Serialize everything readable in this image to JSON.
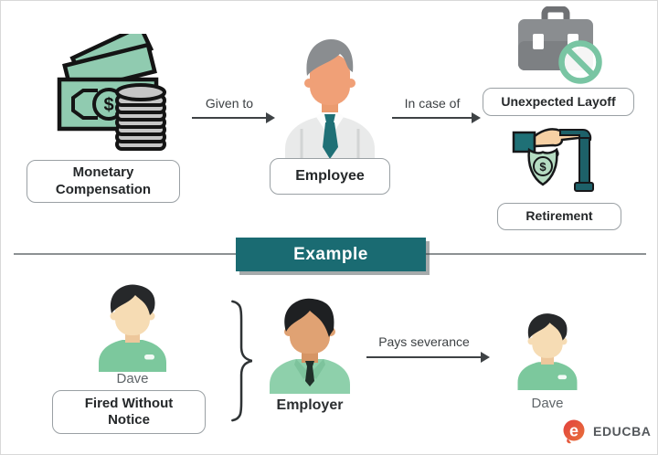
{
  "flow": {
    "monetary_label": "Monetary Compensation",
    "given_to": "Given to",
    "employee_label": "Employee",
    "in_case_of": "In case of",
    "unexpected_layoff": "Unexpected Layoff",
    "retirement": "Retirement"
  },
  "example": {
    "banner": "Example",
    "dave_left": "Dave",
    "fired_without_notice": "Fired Without Notice",
    "employer": "Employer",
    "pays_severance": "Pays severance",
    "dave_right": "Dave"
  },
  "logo": {
    "text": "EDUCBA"
  },
  "glyphs": {
    "dollar": "$"
  },
  "icons": {
    "money": "money-bills-and-coins",
    "employee": "employee-avatar",
    "layoff": "briefcase-no-entry",
    "retirement": "hand-with-cane-and-shield",
    "dave": "person-avatar",
    "employer": "employer-avatar",
    "brace": "curly-brace",
    "logo": "educba-swirl"
  },
  "colors": {
    "banner_teal": "#1a6b72",
    "money_green": "#90cbb0",
    "shirt_green": "#7cc89d",
    "employer_green": "#8ed0ab",
    "tie_teal": "#1f7076",
    "no_entry_green": "#79c5a3",
    "shield_green": "#b5dcc2",
    "briefcase_gray": "#8a8d90",
    "box_border": "#9aa0a4",
    "arrow_dark": "#3e4245",
    "text_gray": "#5f6569",
    "logo_red": "#e2413e",
    "logo_text": "#54585c"
  }
}
